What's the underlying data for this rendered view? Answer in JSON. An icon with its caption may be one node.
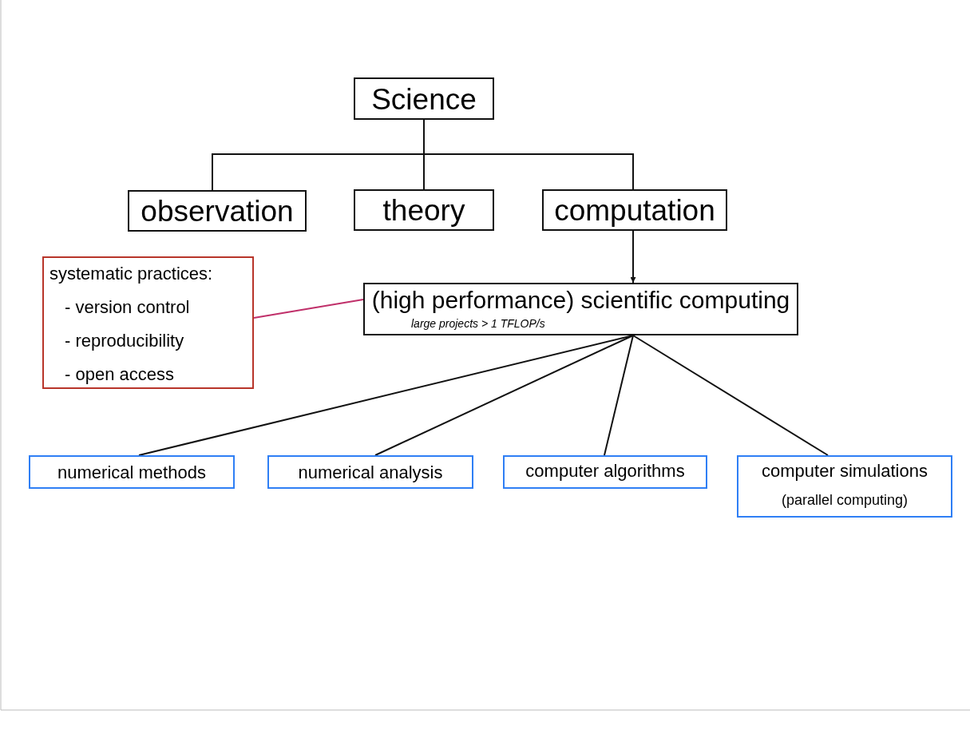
{
  "diagram": {
    "nodes": [
      {
        "text": [
          "Science"
        ]
      },
      {
        "text": [
          "observation"
        ]
      },
      {
        "text": [
          "theory"
        ]
      },
      {
        "text": [
          "computation"
        ]
      },
      {
        "text": [
          "systematic practices:",
          "- version control",
          "- reproducibility",
          "- open access"
        ]
      },
      {
        "text": [
          "(high performance) scientific computing",
          "large projects > 1 TFLOP/s"
        ]
      },
      {
        "text": [
          "numerical methods"
        ]
      },
      {
        "text": [
          "numerical analysis"
        ]
      },
      {
        "text": [
          "computer algorithms"
        ]
      },
      {
        "text": [
          "computer simulations",
          "(parallel computing)"
        ]
      }
    ],
    "edges": [
      {
        "from": 0,
        "to": 1,
        "arrow": "none"
      },
      {
        "from": 0,
        "to": 2,
        "arrow": "none"
      },
      {
        "from": 0,
        "to": 3,
        "arrow": "none"
      },
      {
        "from": 3,
        "to": 5,
        "arrow": "to"
      },
      {
        "from": 4,
        "to": 5,
        "arrow": "none",
        "color": "#c0306a"
      },
      {
        "from": 5,
        "to": 6,
        "arrow": "none"
      },
      {
        "from": 5,
        "to": 7,
        "arrow": "none"
      },
      {
        "from": 5,
        "to": 8,
        "arrow": "none"
      },
      {
        "from": 5,
        "to": 9,
        "arrow": "none"
      }
    ]
  }
}
